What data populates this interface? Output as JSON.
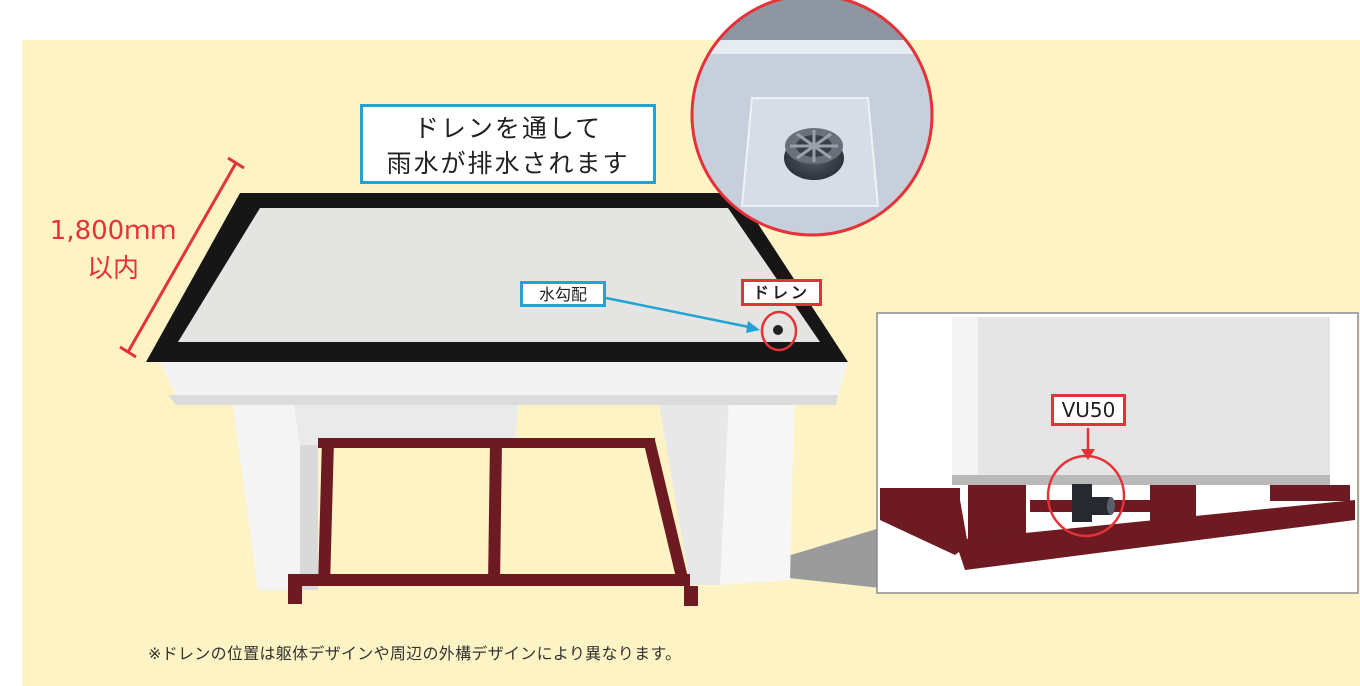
{
  "callouts": {
    "drain_note_line1": "ドレンを通して",
    "drain_note_line2": "雨水が排水されます",
    "water_slope": "水勾配",
    "drain": "ドレン",
    "pipe": "VU50"
  },
  "dimension": {
    "length": "1,800ｍｍ",
    "limit": "以内"
  },
  "footnote": "※ドレンの位置は躯体デザインや周辺の外構デザインにより異なります。",
  "colors": {
    "background": "#fdf3c4",
    "callout_blue": "#21a3d6",
    "callout_red": "#e53238",
    "frame": "#6d1a22"
  }
}
